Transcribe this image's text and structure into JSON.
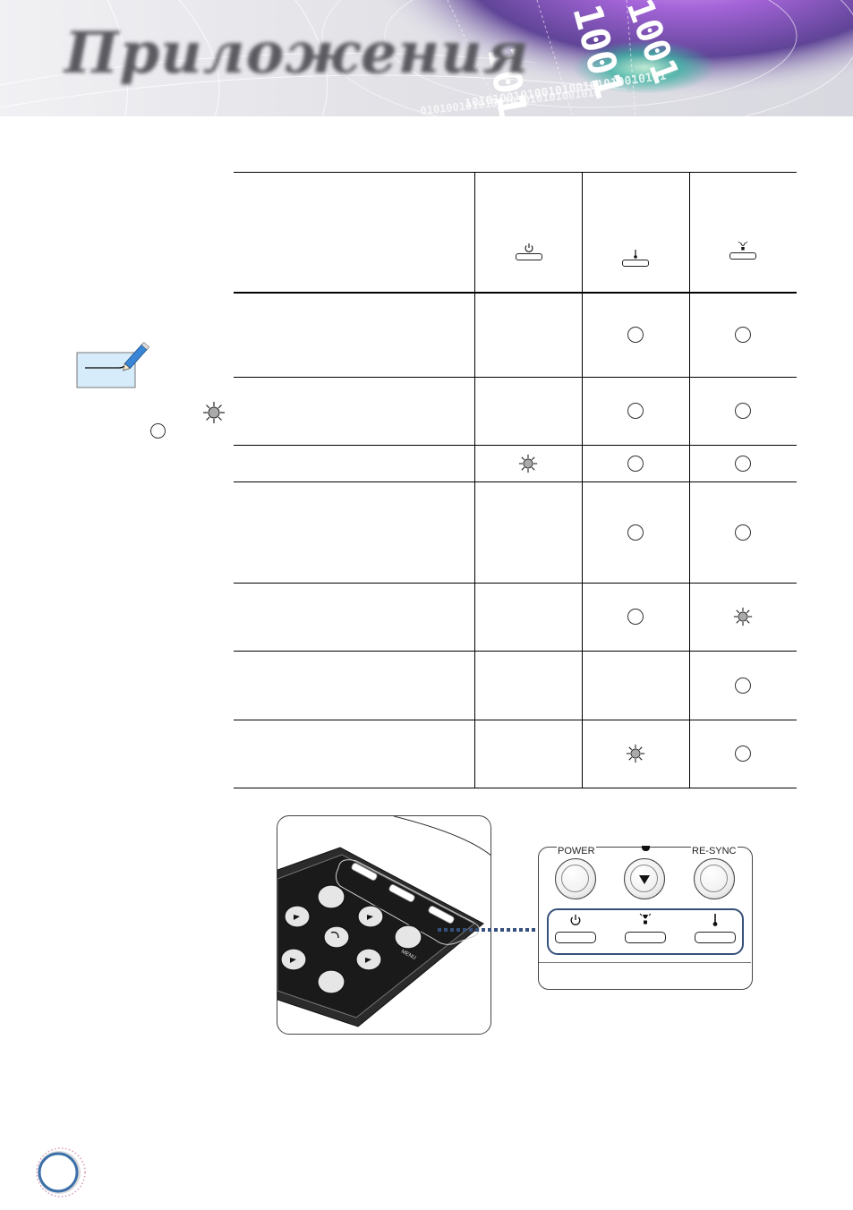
{
  "header": {
    "title": "Приложения"
  },
  "table": {
    "header_icons": [
      "power-led-icon",
      "temp-led-icon",
      "lamp-led-icon"
    ],
    "rows": [
      {
        "states": [
          "empty",
          "off",
          "off"
        ]
      },
      {
        "states": [
          "empty",
          "off",
          "off"
        ]
      },
      {
        "states": [
          "blink",
          "off",
          "off"
        ]
      },
      {
        "states": [
          "empty",
          "off",
          "off"
        ]
      },
      {
        "states": [
          "empty",
          "off",
          "blink"
        ]
      },
      {
        "states": [
          "empty",
          "empty",
          "off"
        ]
      },
      {
        "states": [
          "empty",
          "blink",
          "off"
        ]
      }
    ]
  },
  "legend": {
    "blink_icon": "blink-sun-icon",
    "off_icon": "off-circle-icon"
  },
  "panel": {
    "labels": {
      "power": "POWER",
      "resync": "RE-SYNC"
    },
    "keypad_word": "MENU"
  },
  "colors": {
    "arrow": "#35507a",
    "note_fill": "#d7ecfb",
    "pen": "#3a86d6"
  }
}
